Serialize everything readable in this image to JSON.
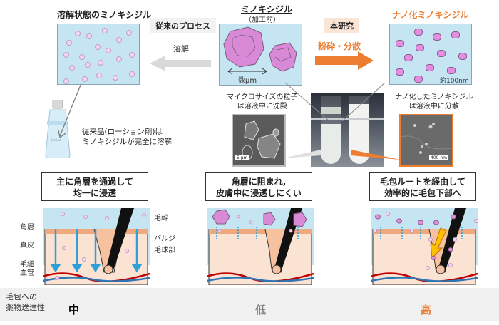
{
  "top": {
    "left_panel": {
      "title": "溶解状態のミノキシジル"
    },
    "center_panel": {
      "title": "ミノキシジル",
      "subtitle": "（加工前）",
      "size_label": "数μm"
    },
    "right_panel": {
      "title": "ナノ化ミノキシジル",
      "size_label": "約100nm"
    },
    "conventional": {
      "callout": "従来のプロセス",
      "arrow_label": "溶解"
    },
    "research": {
      "callout": "本研究",
      "arrow_label": "粉砕・分散"
    }
  },
  "middle": {
    "lotion_label": "Lotion",
    "lotion_caption": [
      "従来品(ローション剤)は",
      "ミノキシジルが完全に溶解"
    ],
    "micro_caption": [
      "マイクロサイズの粒子",
      "は溶液中に沈殿"
    ],
    "nano_caption": [
      "ナノ化したミノキシジル",
      "は溶液中に分散"
    ],
    "sem_left_scale": "5 μm",
    "sem_right_scale": "400 nm"
  },
  "bottom": {
    "panels": [
      {
        "bubble": [
          "主に角層を通過して",
          "均一に浸透"
        ]
      },
      {
        "bubble": [
          "角層に阻まれ,",
          "皮膚中に浸透しにくい"
        ]
      },
      {
        "bubble": [
          "毛包ルートを経由して",
          "効率的に毛包下部へ"
        ]
      }
    ],
    "skin_labels": {
      "stratum_corneum": "角層",
      "dermis": "真皮",
      "capillary": [
        "毛細",
        "血管"
      ],
      "hair_shaft": "毛幹",
      "bulge": "バルジ",
      "hair_bulb": "毛球部"
    }
  },
  "delivery": {
    "label": [
      "毛包への",
      "薬物送達性"
    ],
    "levels": [
      {
        "text": "中",
        "color": "#000000"
      },
      {
        "text": "低",
        "color": "#808080"
      },
      {
        "text": "高",
        "color": "#ed7d31"
      }
    ]
  },
  "colors": {
    "accent_orange": "#ed7d31",
    "solution_blue": "#c5e5f3",
    "particle_pink": "#e38ee0",
    "arrow_gray": "#d9d9d9",
    "penetration_blue": "#2e9fd8"
  }
}
